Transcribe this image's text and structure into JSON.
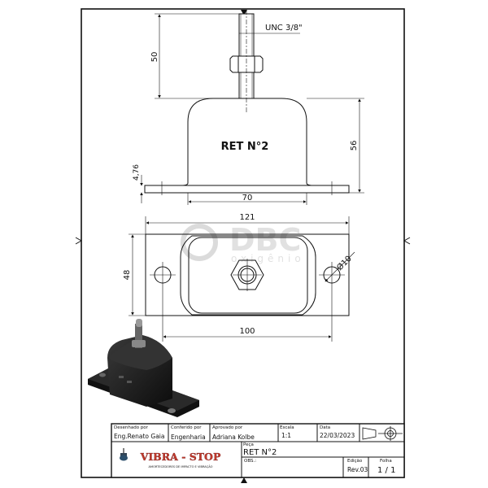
{
  "drawing": {
    "part_label": "RET N°2",
    "thread_label": "UNC 3/8\"",
    "dimensions": {
      "stud_height": "50",
      "body_height": "56",
      "plate_thickness": "4,76",
      "body_width": "70",
      "overall_length": "121",
      "overall_width": "48",
      "hole_spacing": "100",
      "hole_diameter": "Ø10"
    },
    "watermark": {
      "brand": "DBC",
      "sub": "oxigênio"
    }
  },
  "title_block": {
    "drawn_by_label": "Desenhado por",
    "drawn_by": "Eng.Renato Gaia",
    "checked_by_label": "Conferido por",
    "checked_by": "Engenharia",
    "approved_by_label": "Aprovado por",
    "approved_by": "Adriana Kolbe",
    "scale_label": "Escala",
    "scale": "1:1",
    "date_label": "Data",
    "date": "22/03/2023",
    "part_label": "Peça",
    "part": "RET N°2",
    "obs_label": "OBS.:",
    "edition_label": "Edição",
    "edition": "Rev.03",
    "sheet_label": "Folha",
    "sheet": "1 / 1",
    "logo_name": "VIBRA - STOP",
    "logo_tagline": "AMORTECEDORES DE IMPACTO E VIBRAÇÃO",
    "logo_color": "#c0392b"
  }
}
